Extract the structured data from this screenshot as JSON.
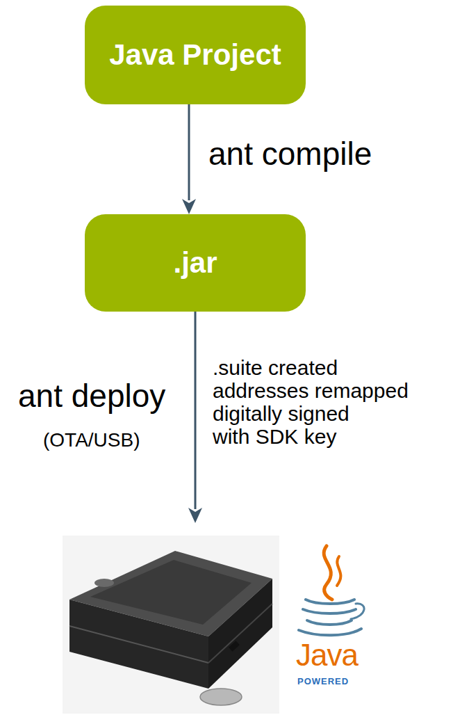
{
  "diagram": {
    "nodes": [
      {
        "text": [
          "Java Project"
        ]
      },
      {
        "text": [
          ".jar"
        ]
      },
      {
        "text": [
          "Java",
          "POWERED"
        ]
      }
    ],
    "edges": [
      {
        "from": 0,
        "to": 1,
        "label": "ant compile",
        "arrow": "to"
      },
      {
        "from": 1,
        "to": 2,
        "label": "ant deploy",
        "arrow": "to"
      }
    ],
    "labels": [
      "(OTA/USB)",
      ".suite created",
      "addresses remapped",
      "digitally signed",
      "with SDK key"
    ]
  }
}
